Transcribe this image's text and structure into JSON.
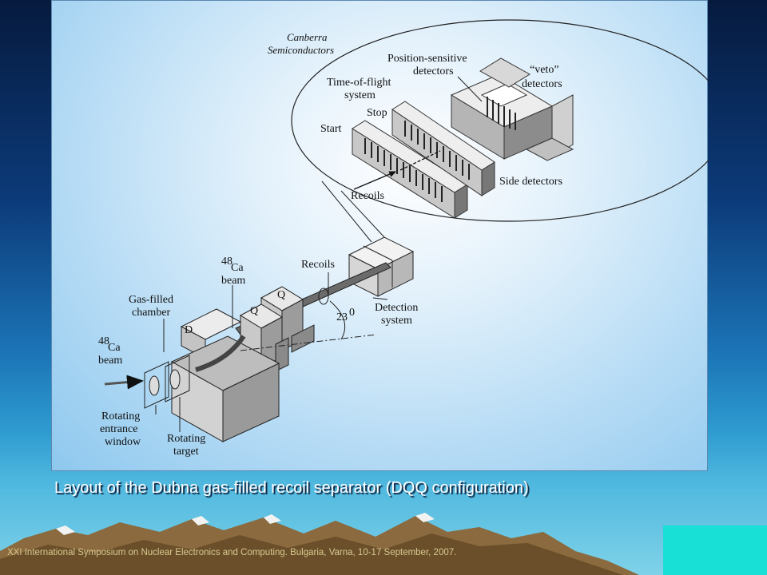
{
  "diagram": {
    "inset_labels": {
      "manufacturer_l1": "Canberra",
      "manufacturer_l2": "Semiconductors",
      "position_sensitive_l1": "Position-sensitive",
      "position_sensitive_l2": "detectors",
      "veto_l1": "“veto”",
      "veto_l2": "detectors",
      "tof_l1": "Time-of-flight",
      "tof_l2": "system",
      "stop": "Stop",
      "start": "Start",
      "recoils": "Recoils",
      "side_detectors": "Side detectors"
    },
    "main_labels": {
      "beam_top_mass": "48",
      "beam_top_l1": "Ca",
      "beam_top_l2": "beam",
      "recoils": "Recoils",
      "gas_chamber_l1": "Gas-filled",
      "gas_chamber_l2": "chamber",
      "detection_l1": "Detection",
      "detection_l2": "system",
      "angle": "23",
      "angle_sup": "0",
      "beam_left_mass": "48",
      "beam_left_l1": "Ca",
      "beam_left_l2": "beam",
      "window_l1": "Rotating",
      "window_l2": "entrance",
      "window_l3": "window",
      "target_l1": "Rotating",
      "target_l2": "target",
      "dipole": "D",
      "quad1": "Q",
      "quad2": "Q"
    }
  },
  "caption": "Layout of the Dubna gas-filled recoil separator (DQQ configuration)",
  "footer": "XXI International Symposium on Nuclear Electronics and Computing. Bulgaria, Varna,  10-17 September, 2007."
}
